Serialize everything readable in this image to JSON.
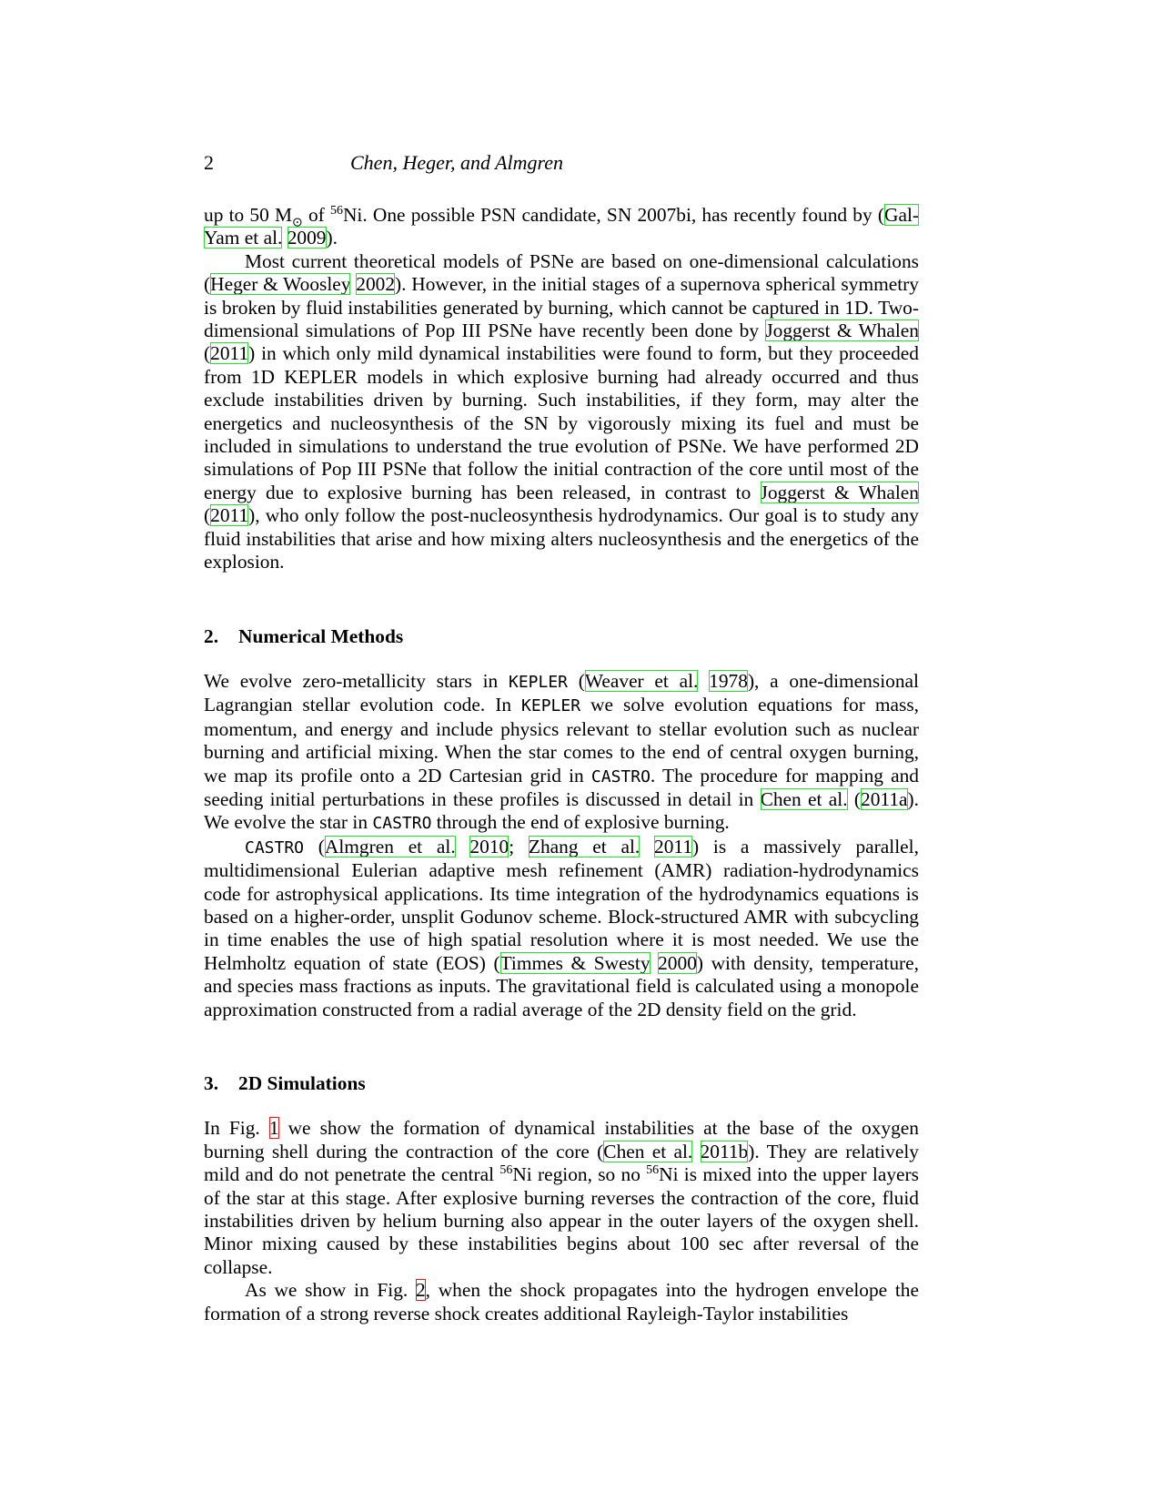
{
  "header": {
    "page_number": "2",
    "running_title": "Chen, Heger, and Almgren"
  },
  "intro": {
    "p1": {
      "t1": "up to 50 M",
      "sun": "⊙",
      "t2": " of ",
      "sup": "56",
      "t3": "Ni.  One possible PSN candidate, SN 2007bi, has recently found by (",
      "c1": "Gal-Yam et al.",
      "t4": " ",
      "c2": "2009",
      "t5": ")."
    },
    "p2": {
      "t1": "Most current theoretical models of PSNe are based on one-dimensional calculations (",
      "c1": "Heger & Woosley",
      "t2": " ",
      "c2": "2002",
      "t3": "). However, in the initial stages of a supernova spherical symmetry is broken by fluid instabilities generated by burning, which cannot be captured in 1D. Two-dimensional simulations of Pop III PSNe have recently been done by ",
      "c3": "Joggerst & Whalen",
      "t4": " (",
      "c4": "2011",
      "t5": ") in which only mild dynamical instabilities were found to form, but they proceeded from 1D KEPLER models in which explosive burning had already occurred and thus exclude instabilities driven by burning. Such instabilities, if they form, may alter the energetics and nucleosynthesis of the SN by vigorously mixing its fuel and must be included in simulations to understand the true evolution of PSNe. We have performed 2D simulations of Pop III PSNe that follow the initial contraction of the core until most of the energy due to explosive burning has been released, in contrast to ",
      "c5": "Joggerst & Whalen",
      "t6": " (",
      "c6": "2011",
      "t7": "), who only follow the post-nucleosynthesis hydrodynamics.  Our goal is to study any fluid instabilities that arise and how mixing alters nucleosynthesis and the energetics of the explosion."
    }
  },
  "section2": {
    "number": "2.",
    "title": "Numerical Methods",
    "p1": {
      "t1": "We evolve zero-metallicity stars in ",
      "k1": "KEPLER",
      "t2": " (",
      "c1": "Weaver et al.",
      "t3": " ",
      "c2": "1978",
      "t4": "), a one-dimensional Lagrangian stellar evolution code.  In ",
      "k2": "KEPLER",
      "t5": " we solve evolution equations for mass, momentum, and energy and include physics relevant to stellar evolution such as nuclear burning and artificial mixing. When the star comes to the end of central oxygen burning, we map its profile onto a 2D Cartesian grid in ",
      "k3": "CASTRO",
      "t6": ". The procedure for mapping and seeding initial perturbations in these profiles is discussed in detail in ",
      "c3": "Chen et al.",
      "t7": " (",
      "c4": "2011a",
      "t8": "). We evolve the star in ",
      "k4": "CASTRO",
      "t9": " through the end of explosive burning."
    },
    "p2": {
      "k1": "CASTRO",
      "t1": " (",
      "c1": "Almgren et al.",
      "t2": " ",
      "c2": "2010",
      "t3": "; ",
      "c3": "Zhang et al.",
      "t4": " ",
      "c4": "2011",
      "t5": ") is a massively parallel, multidimensional Eulerian adaptive mesh refinement (AMR) radiation-hydrodynamics code for astrophysical applications.  Its time integration of the hydrodynamics equations is based on a higher-order, unsplit Godunov scheme. Block-structured AMR with subcycling in time enables the use of high spatial resolution where it is most needed. We use the Helmholtz equation of state (EOS) (",
      "c5": "Timmes & Swesty",
      "t6": " ",
      "c6": "2000",
      "t7": ") with density, temperature, and species mass fractions as inputs. The gravitational field is calculated using a monopole approximation constructed from a radial average of the 2D density field on the grid."
    }
  },
  "section3": {
    "number": "3.",
    "title": "2D Simulations",
    "p1": {
      "t1": "In Fig. ",
      "f1": "1",
      "t2": " we show the formation of dynamical instabilities at the base of the oxygen burning shell during the contraction of the core (",
      "c1": "Chen et al.",
      "t3": " ",
      "c2": "2011b",
      "t4": "). They are relatively mild and do not penetrate the central ",
      "sup1": "56",
      "t5": "Ni region, so no ",
      "sup2": "56",
      "t6": "Ni is mixed into the upper layers of the star at this stage.  After explosive burning reverses the contraction of the core, fluid instabilities driven by helium burning also appear in the outer layers of the oxygen shell.  Minor mixing caused by these instabilities begins about 100 sec after reversal of the collapse."
    },
    "p2": {
      "t1": "As we show in Fig. ",
      "f1": "2",
      "t2": ", when the shock propagates into the hydrogen envelope the formation of a strong reverse shock creates additional Rayleigh-Taylor instabilities"
    }
  }
}
